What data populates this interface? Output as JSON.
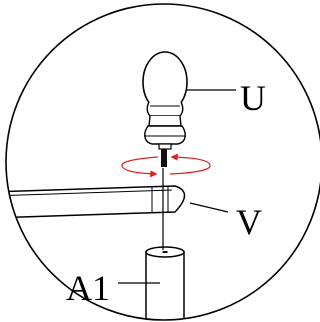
{
  "labels": {
    "knob": "U",
    "lever": "V",
    "shaft": "A1"
  },
  "colors": {
    "outline": "#000000",
    "rotation_arrow": "#e02020",
    "background": "#ffffff"
  }
}
